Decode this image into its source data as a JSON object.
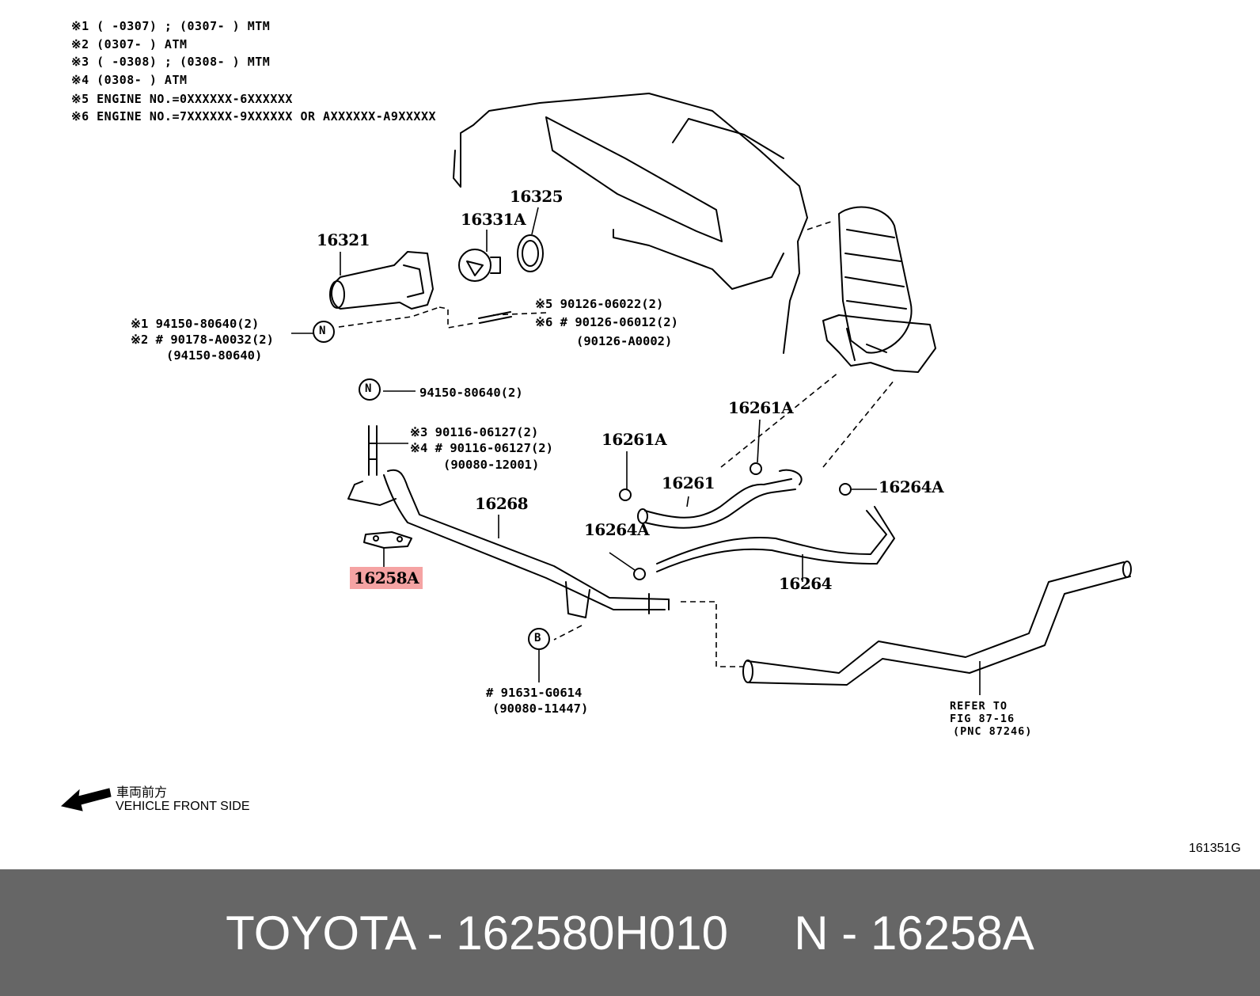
{
  "notes": [
    "※1 (      -0307) ; (0307-      ) MTM",
    "※2 (0307-      ) ATM",
    "※3 (      -0308) ; (0308-      ) MTM",
    "※4 (0308-      ) ATM",
    "※5 ENGINE NO.=0XXXXXX-6XXXXXX",
    "※6 ENGINE NO.=7XXXXXX-9XXXXXX OR AXXXXXX-A9XXXXX"
  ],
  "refs": {
    "r16325": "16325",
    "r16331a": "16331A",
    "r16321": "16321",
    "r16261a_top": "16261A",
    "r16261a_left": "16261A",
    "r16261": "16261",
    "r16264a_right": "16264A",
    "r16268": "16268",
    "r16264a_mid": "16264A",
    "r16264": "16264",
    "r16258a": "16258A"
  },
  "part_numbers": {
    "n_left_1": "※1  94150-80640(2)",
    "n_left_2": "※2 # 90178-A0032(2)",
    "n_left_3": "(94150-80640)",
    "stud_1": "※5  90126-06022(2)",
    "stud_2": "※6 # 90126-06012(2)",
    "stud_3": "(90126-A0002)",
    "n_mid": "94150-80640(2)",
    "bolt_1": "※3   90116-06127(2)",
    "bolt_2": "※4 # 90116-06127(2)",
    "bolt_3": "(90080-12001)",
    "b_1": "# 91631-G0614",
    "b_2": "(90080-11447)",
    "refer_1": "REFER TO",
    "refer_2": "FIG 87-16",
    "refer_3": "(PNC 87246)"
  },
  "callouts": {
    "n1": "N",
    "n2": "N",
    "b": "B"
  },
  "front": {
    "jp": "車両前方",
    "en": "VEHICLE FRONT SIDE"
  },
  "figure_code": "161351G",
  "footer": "TOYOTA - 162580H010     N - 16258A",
  "colors": {
    "highlight": "#f5a3a3",
    "footer_bg": "#666666",
    "footer_text": "#ffffff"
  }
}
